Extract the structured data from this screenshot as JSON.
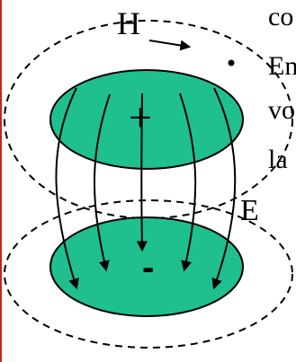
{
  "labels": {
    "magnetic_field": "H",
    "electric_field": "E",
    "plate_top_sign": "+",
    "plate_bottom_sign": "-"
  },
  "side_text": [
    "co",
    "En",
    "vo",
    "la"
  ],
  "colors": {
    "plate_fill": "#1fbf8f",
    "margin_line": "#cc2222",
    "stroke": "#000000",
    "background": "#ffffff"
  }
}
